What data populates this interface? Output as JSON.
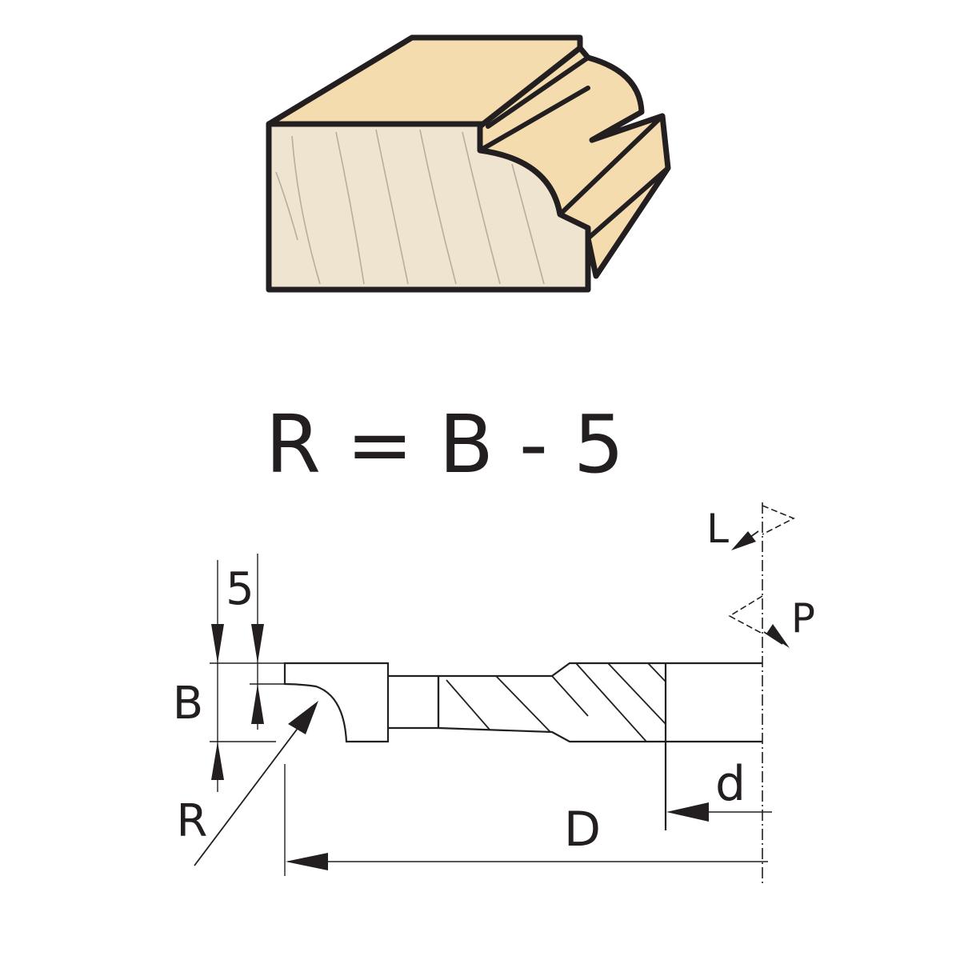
{
  "formula": "R = B - 5",
  "labels": {
    "five": "5",
    "B": "B",
    "R": "R",
    "D": "D",
    "d": "d",
    "L": "L",
    "P": "P"
  },
  "colors": {
    "wood_top": "#f4dcae",
    "wood_end": "#efe4cf",
    "outline": "#231f20",
    "grain": "#b8ad9c"
  }
}
